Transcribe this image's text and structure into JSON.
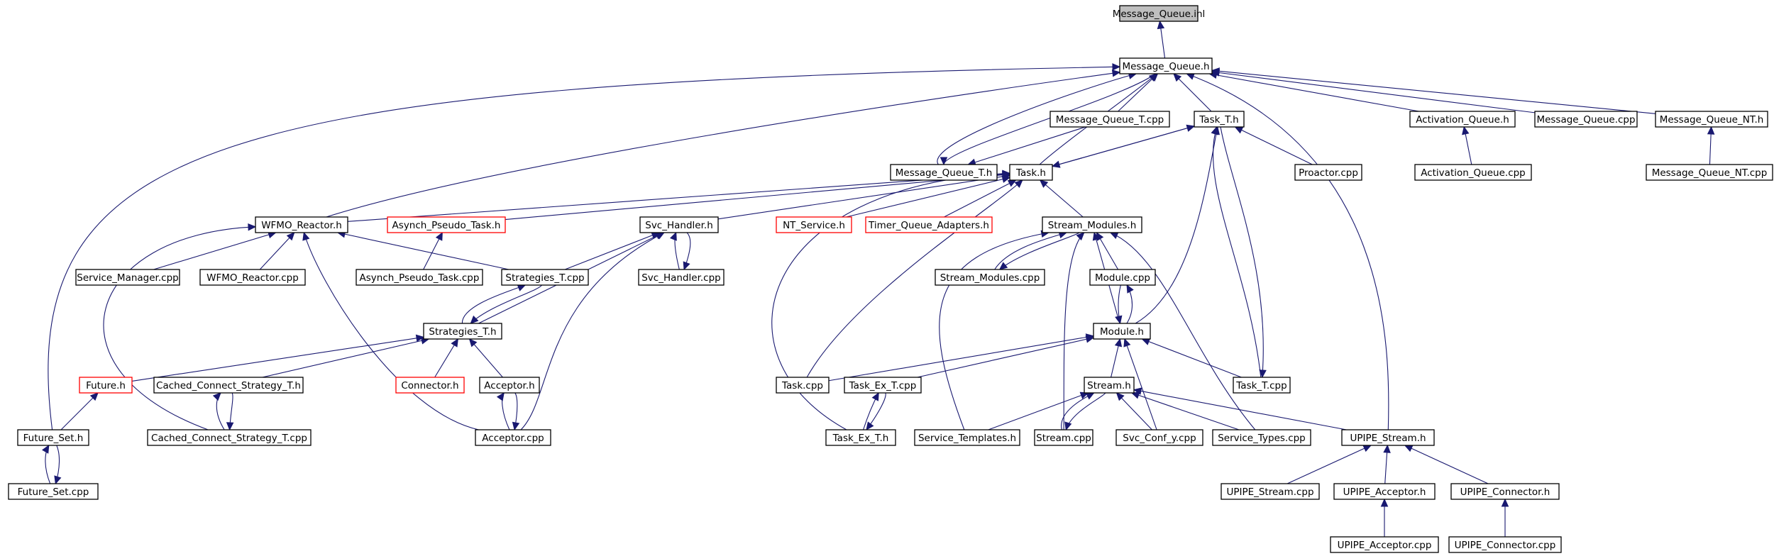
{
  "graph": {
    "colors": {
      "edge": "#191970",
      "node_border": "#000000",
      "node_border_incomplete": "#ff0000",
      "root_fill": "#bfbfbf",
      "node_fill": "#ffffff"
    },
    "nodes": [
      {
        "id": "n_msgq_inl",
        "label": "Message_Queue.inl",
        "root": true
      },
      {
        "id": "n_msgq_h",
        "label": "Message_Queue.h"
      },
      {
        "id": "n_msgqt_cpp",
        "label": "Message_Queue_T.cpp"
      },
      {
        "id": "n_taskt_h",
        "label": "Task_T.h"
      },
      {
        "id": "n_actq_h",
        "label": "Activation_Queue.h"
      },
      {
        "id": "n_msgq_cpp",
        "label": "Message_Queue.cpp"
      },
      {
        "id": "n_msgqnt_h",
        "label": "Message_Queue_NT.h"
      },
      {
        "id": "n_msgqt_h",
        "label": "Message_Queue_T.h"
      },
      {
        "id": "n_task_h",
        "label": "Task.h"
      },
      {
        "id": "n_proactor",
        "label": "Proactor.cpp"
      },
      {
        "id": "n_actq_cpp",
        "label": "Activation_Queue.cpp"
      },
      {
        "id": "n_msgqnt_cpp",
        "label": "Message_Queue_NT.cpp"
      },
      {
        "id": "n_wfmo_h",
        "label": "WFMO_Reactor.h"
      },
      {
        "id": "n_apt_h",
        "label": "Asynch_Pseudo_Task.h",
        "incomplete": true
      },
      {
        "id": "n_svch_h",
        "label": "Svc_Handler.h"
      },
      {
        "id": "n_ntsvc_h",
        "label": "NT_Service.h",
        "incomplete": true
      },
      {
        "id": "n_tqa_h",
        "label": "Timer_Queue_Adapters.h",
        "incomplete": true
      },
      {
        "id": "n_strmod_h",
        "label": "Stream_Modules.h"
      },
      {
        "id": "n_svcmgr",
        "label": "Service_Manager.cpp"
      },
      {
        "id": "n_wfmo_cpp",
        "label": "WFMO_Reactor.cpp"
      },
      {
        "id": "n_apt_cpp",
        "label": "Asynch_Pseudo_Task.cpp"
      },
      {
        "id": "n_strat_cpp",
        "label": "Strategies_T.cpp"
      },
      {
        "id": "n_svch_cpp",
        "label": "Svc_Handler.cpp"
      },
      {
        "id": "n_strmod_cpp",
        "label": "Stream_Modules.cpp"
      },
      {
        "id": "n_module_cpp",
        "label": "Module.cpp"
      },
      {
        "id": "n_strat_h",
        "label": "Strategies_T.h"
      },
      {
        "id": "n_module_h",
        "label": "Module.h"
      },
      {
        "id": "n_future_h",
        "label": "Future.h",
        "incomplete": true
      },
      {
        "id": "n_ccs_h",
        "label": "Cached_Connect_Strategy_T.h"
      },
      {
        "id": "n_connector_h",
        "label": "Connector.h",
        "incomplete": true
      },
      {
        "id": "n_acceptor_h",
        "label": "Acceptor.h"
      },
      {
        "id": "n_task_cpp",
        "label": "Task.cpp"
      },
      {
        "id": "n_taskex_cpp",
        "label": "Task_Ex_T.cpp"
      },
      {
        "id": "n_stream_h",
        "label": "Stream.h"
      },
      {
        "id": "n_taskt_cpp",
        "label": "Task_T.cpp"
      },
      {
        "id": "n_futset_h",
        "label": "Future_Set.h"
      },
      {
        "id": "n_ccs_cpp",
        "label": "Cached_Connect_Strategy_T.cpp"
      },
      {
        "id": "n_acceptor_cpp",
        "label": "Acceptor.cpp"
      },
      {
        "id": "n_taskex_h",
        "label": "Task_Ex_T.h"
      },
      {
        "id": "n_svctpl_h",
        "label": "Service_Templates.h"
      },
      {
        "id": "n_stream_cpp",
        "label": "Stream.cpp"
      },
      {
        "id": "n_svcconf_cpp",
        "label": "Svc_Conf_y.cpp"
      },
      {
        "id": "n_svctypes_cpp",
        "label": "Service_Types.cpp"
      },
      {
        "id": "n_upipe_h",
        "label": "UPIPE_Stream.h"
      },
      {
        "id": "n_futset_cpp",
        "label": "Future_Set.cpp"
      },
      {
        "id": "n_upipe_cpp",
        "label": "UPIPE_Stream.cpp"
      },
      {
        "id": "n_upacc_h",
        "label": "UPIPE_Acceptor.h"
      },
      {
        "id": "n_upconn_h",
        "label": "UPIPE_Connector.h"
      },
      {
        "id": "n_upacc_cpp",
        "label": "UPIPE_Acceptor.cpp"
      },
      {
        "id": "n_upconn_cpp",
        "label": "UPIPE_Connector.cpp"
      }
    ],
    "edges": [
      {
        "from": "n_msgq_h",
        "to": "n_msgq_inl"
      },
      {
        "from": "n_msgqt_cpp",
        "to": "n_msgq_h"
      },
      {
        "from": "n_taskt_h",
        "to": "n_msgq_h"
      },
      {
        "from": "n_actq_h",
        "to": "n_msgq_h"
      },
      {
        "from": "n_msgq_cpp",
        "to": "n_msgq_h"
      },
      {
        "from": "n_msgqnt_h",
        "to": "n_msgq_h"
      },
      {
        "from": "n_msgqt_h",
        "to": "n_msgq_h"
      },
      {
        "from": "n_task_h",
        "to": "n_msgq_h"
      },
      {
        "from": "n_wfmo_h",
        "to": "n_msgq_h"
      },
      {
        "from": "n_futset_h",
        "to": "n_msgq_h"
      },
      {
        "from": "n_upipe_h",
        "to": "n_msgq_h"
      },
      {
        "from": "n_msgqt_cpp",
        "to": "n_msgqt_h"
      },
      {
        "from": "n_msgq_h",
        "to": "n_msgqt_h"
      },
      {
        "from": "n_task_h",
        "to": "n_taskt_h"
      },
      {
        "from": "n_proactor",
        "to": "n_taskt_h"
      },
      {
        "from": "n_module_h",
        "to": "n_taskt_h"
      },
      {
        "from": "n_taskt_cpp",
        "to": "n_taskt_h"
      },
      {
        "from": "n_taskt_h",
        "to": "n_taskt_cpp"
      },
      {
        "from": "n_actq_cpp",
        "to": "n_actq_h"
      },
      {
        "from": "n_msgqnt_cpp",
        "to": "n_msgqnt_h"
      },
      {
        "from": "n_taskt_h",
        "to": "n_task_h"
      },
      {
        "from": "n_wfmo_h",
        "to": "n_task_h"
      },
      {
        "from": "n_apt_h",
        "to": "n_task_h"
      },
      {
        "from": "n_svch_h",
        "to": "n_task_h"
      },
      {
        "from": "n_ntsvc_h",
        "to": "n_task_h"
      },
      {
        "from": "n_tqa_h",
        "to": "n_task_h"
      },
      {
        "from": "n_strmod_h",
        "to": "n_task_h"
      },
      {
        "from": "n_task_cpp",
        "to": "n_task_h"
      },
      {
        "from": "n_taskex_h",
        "to": "n_task_h"
      },
      {
        "from": "n_svcmgr",
        "to": "n_wfmo_h"
      },
      {
        "from": "n_wfmo_cpp",
        "to": "n_wfmo_h"
      },
      {
        "from": "n_strat_cpp",
        "to": "n_wfmo_h"
      },
      {
        "from": "n_ccs_cpp",
        "to": "n_wfmo_h"
      },
      {
        "from": "n_acceptor_cpp",
        "to": "n_wfmo_h"
      },
      {
        "from": "n_apt_cpp",
        "to": "n_apt_h"
      },
      {
        "from": "n_svch_cpp",
        "to": "n_svch_h"
      },
      {
        "from": "n_svch_h",
        "to": "n_svch_cpp"
      },
      {
        "from": "n_strat_cpp",
        "to": "n_svch_h"
      },
      {
        "from": "n_strat_h",
        "to": "n_svch_h"
      },
      {
        "from": "n_acceptor_cpp",
        "to": "n_svch_h"
      },
      {
        "from": "n_strmod_cpp",
        "to": "n_strmod_h"
      },
      {
        "from": "n_strmod_h",
        "to": "n_strmod_cpp"
      },
      {
        "from": "n_module_cpp",
        "to": "n_strmod_h"
      },
      {
        "from": "n_module_h",
        "to": "n_strmod_h"
      },
      {
        "from": "n_stream_cpp",
        "to": "n_strmod_h"
      },
      {
        "from": "n_svctpl_h",
        "to": "n_strmod_h"
      },
      {
        "from": "n_svctypes_cpp",
        "to": "n_strmod_h"
      },
      {
        "from": "n_module_h",
        "to": "n_module_cpp"
      },
      {
        "from": "n_module_cpp",
        "to": "n_module_h"
      },
      {
        "from": "n_strat_h",
        "to": "n_strat_cpp"
      },
      {
        "from": "n_strat_cpp",
        "to": "n_strat_h"
      },
      {
        "from": "n_future_h",
        "to": "n_strat_h"
      },
      {
        "from": "n_ccs_h",
        "to": "n_strat_h"
      },
      {
        "from": "n_connector_h",
        "to": "n_strat_h"
      },
      {
        "from": "n_acceptor_h",
        "to": "n_strat_h"
      },
      {
        "from": "n_task_cpp",
        "to": "n_module_h"
      },
      {
        "from": "n_taskex_cpp",
        "to": "n_module_h"
      },
      {
        "from": "n_stream_h",
        "to": "n_module_h"
      },
      {
        "from": "n_taskt_cpp",
        "to": "n_module_h"
      },
      {
        "from": "n_svcconf_cpp",
        "to": "n_module_h"
      },
      {
        "from": "n_futset_h",
        "to": "n_future_h"
      },
      {
        "from": "n_ccs_cpp",
        "to": "n_ccs_h"
      },
      {
        "from": "n_ccs_h",
        "to": "n_ccs_cpp"
      },
      {
        "from": "n_acceptor_cpp",
        "to": "n_acceptor_h"
      },
      {
        "from": "n_acceptor_h",
        "to": "n_acceptor_cpp"
      },
      {
        "from": "n_taskex_h",
        "to": "n_taskex_cpp"
      },
      {
        "from": "n_taskex_cpp",
        "to": "n_taskex_h"
      },
      {
        "from": "n_svctpl_h",
        "to": "n_stream_h"
      },
      {
        "from": "n_stream_cpp",
        "to": "n_stream_h"
      },
      {
        "from": "n_stream_h",
        "to": "n_stream_cpp"
      },
      {
        "from": "n_svcconf_cpp",
        "to": "n_stream_h"
      },
      {
        "from": "n_svctypes_cpp",
        "to": "n_stream_h"
      },
      {
        "from": "n_upipe_h",
        "to": "n_stream_h"
      },
      {
        "from": "n_futset_cpp",
        "to": "n_futset_h"
      },
      {
        "from": "n_futset_h",
        "to": "n_futset_cpp"
      },
      {
        "from": "n_upipe_cpp",
        "to": "n_upipe_h"
      },
      {
        "from": "n_upacc_h",
        "to": "n_upipe_h"
      },
      {
        "from": "n_upconn_h",
        "to": "n_upipe_h"
      },
      {
        "from": "n_upacc_cpp",
        "to": "n_upacc_h"
      },
      {
        "from": "n_upconn_cpp",
        "to": "n_upconn_h"
      }
    ]
  }
}
